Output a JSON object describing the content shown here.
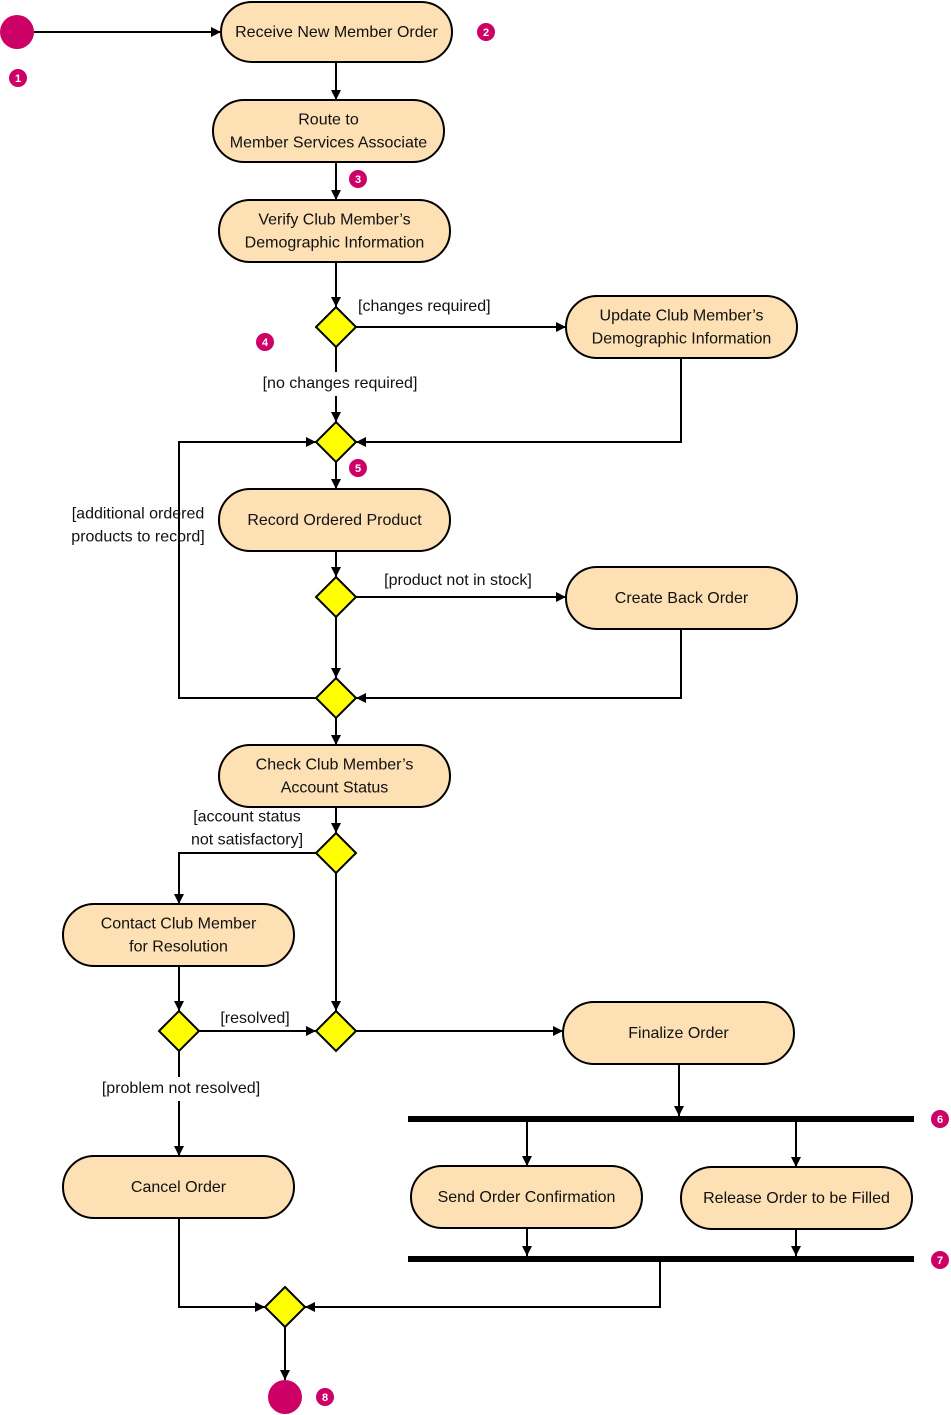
{
  "activities": {
    "receive_order": [
      "Receive New Member Order"
    ],
    "route_associate": [
      "Route to",
      "Member Services Associate"
    ],
    "verify_info": [
      "Verify Club Member’s",
      "Demographic Information"
    ],
    "update_info": [
      "Update Club Member’s",
      "Demographic Information"
    ],
    "record_product": [
      "Record Ordered Product"
    ],
    "create_back_order": [
      "Create Back Order"
    ],
    "check_account": [
      "Check Club Member’s",
      "Account Status"
    ],
    "contact_member": [
      "Contact Club Member",
      "for Resolution"
    ],
    "finalize_order": [
      "Finalize Order"
    ],
    "cancel_order": [
      "Cancel Order"
    ],
    "send_confirmation": [
      "Send Order Confirmation"
    ],
    "release_order": [
      "Release Order to be Filled"
    ]
  },
  "guards": {
    "changes_required": [
      "[changes required]"
    ],
    "no_changes_required": [
      "[no changes required]"
    ],
    "additional_products": [
      "[additional ordered",
      "products to record]"
    ],
    "not_in_stock": [
      "[product not in stock]"
    ],
    "account_not_satisfactory": [
      "[account status",
      "not satisfactory]"
    ],
    "resolved": [
      "[resolved]"
    ],
    "not_resolved": [
      "[problem not resolved]"
    ]
  },
  "markers": {
    "m1": "1",
    "m2": "2",
    "m3": "3",
    "m4": "4",
    "m5": "5",
    "m6": "6",
    "m7": "7",
    "m8": "8"
  },
  "colors": {
    "activity_fill": "#fde0b4",
    "decision_fill": "#ffff00",
    "terminal_fill": "#cc0066",
    "line": "#000000"
  }
}
